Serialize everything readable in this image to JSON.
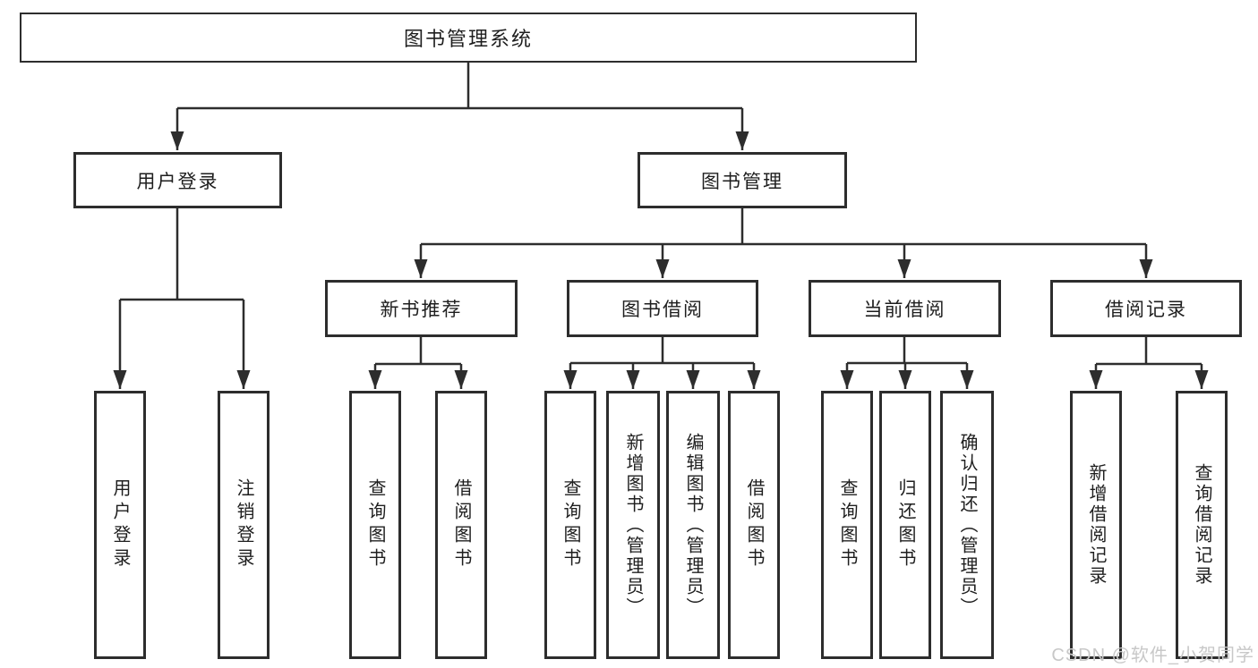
{
  "colors": {
    "line": "#2d2d2d",
    "box_border": "#2d2d2d",
    "text": "#1e1e1e",
    "watermark": "#c8c8c8",
    "background": "#ffffff"
  },
  "watermark": "CSDN @软件_小贺同学",
  "tree": {
    "root": "图书管理系统",
    "branches": [
      {
        "label": "用户登录",
        "leaves": [
          "用户登录",
          "注销登录"
        ]
      },
      {
        "label": "图书管理",
        "groups": [
          {
            "label": "新书推荐",
            "leaves": [
              "查询图书",
              "借阅图书"
            ]
          },
          {
            "label": "图书借阅",
            "leaves": [
              "查询图书",
              "新增图书（管理员）",
              "编辑图书（管理员）",
              "借阅图书"
            ]
          },
          {
            "label": "当前借阅",
            "leaves": [
              "查询图书",
              "归还图书",
              "确认归还（管理员）"
            ]
          },
          {
            "label": "借阅记录",
            "leaves": [
              "新增借阅记录",
              "查询借阅记录"
            ]
          }
        ]
      }
    ]
  }
}
